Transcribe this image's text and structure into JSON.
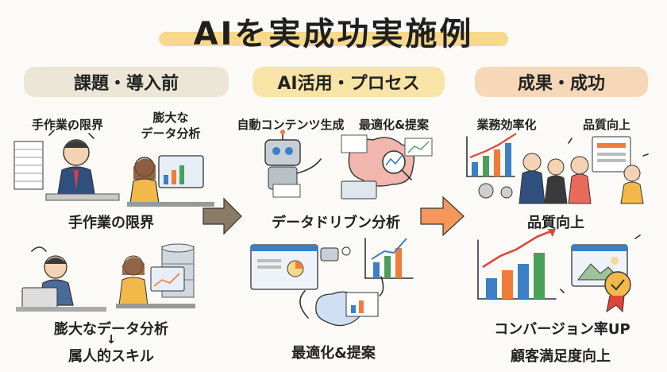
{
  "title": "AIを実成功実施例",
  "columns": [
    {
      "heading": "課題・導入前",
      "labels": [
        "手作業の限界",
        "膨大な\nデータ分析",
        "手作業の限界",
        "膨大なデータ分析",
        "↓",
        "属人的スキル"
      ]
    },
    {
      "heading": "AI活用・プロセス",
      "labels": [
        "自動コンテンツ生成",
        "最適化&提案",
        "データドリブン分析",
        "最適化&提案"
      ]
    },
    {
      "heading": "成果・成功",
      "labels": [
        "業務効率化",
        "品質向上",
        "品質向上",
        "コンバージョン率UP",
        "顧客満足度向上"
      ]
    }
  ],
  "colors": {
    "title_highlight": "#f7d98b",
    "arrow": "#f4975a",
    "arrow_gray": "#8a7a66",
    "bar_blue": "#3b7fc4",
    "bar_orange": "#f07b3a",
    "bar_green": "#4aa05a"
  },
  "icons": [
    "stressed-worker-icon",
    "laptop-analyst-icon",
    "robot-icon",
    "brain-icon",
    "growth-chart-icon",
    "award-badge-icon",
    "gear-icon"
  ]
}
